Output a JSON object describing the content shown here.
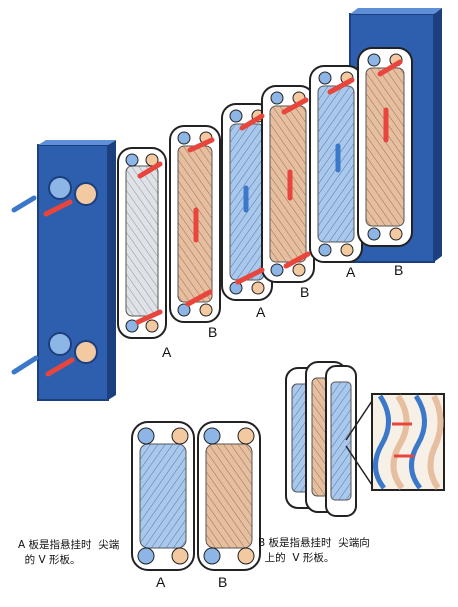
{
  "labels": {
    "a": "A",
    "b": "B"
  },
  "notes": {
    "plate_a": "A 板是指悬挂时  尖端\n  的 V 形板。",
    "plate_b": "B 板是指悬挂时  尖端向\n  上的  V 形板。"
  },
  "colors": {
    "frame_blue": "#2e5fae",
    "frame_blue_dark": "#1c3f7e",
    "frame_blue_light": "#5f8fd6",
    "plate_grey": "#d8dde2",
    "plate_blue": "#a9c8ec",
    "plate_tan": "#e6bfa0",
    "port_blue": "#8db6e6",
    "port_tan": "#f2c9a0",
    "arrow_red": "#e8453c",
    "arrow_blue": "#3b78c9"
  }
}
